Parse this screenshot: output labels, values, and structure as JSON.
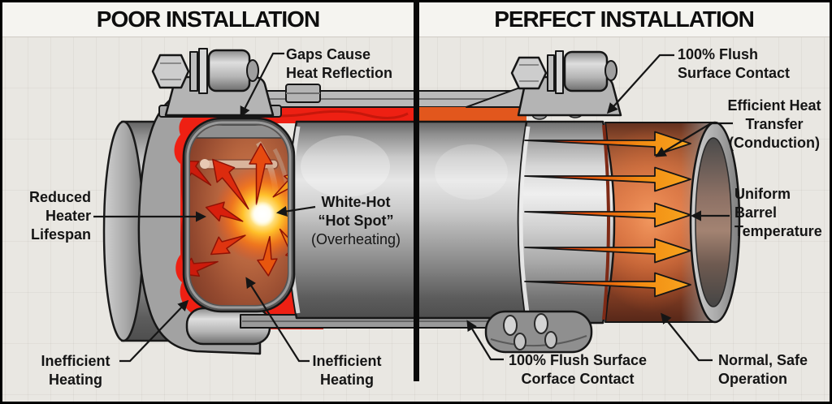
{
  "panels": {
    "left": {
      "title": "POOR INSTALLATION"
    },
    "right": {
      "title": "PERFECT INSTALLATION"
    }
  },
  "labels": {
    "gaps_cause": {
      "lines": [
        "Gaps Cause",
        "Heat Reflection"
      ]
    },
    "reduced_lifespan": {
      "lines": [
        "Reduced",
        "Heater",
        "Lifespan"
      ]
    },
    "white_hot": {
      "lines": [
        "White-Hot",
        "“Hot Spot”",
        "(Overheating)"
      ]
    },
    "inefficient_left": {
      "lines": [
        "Inefficient",
        "Heating"
      ]
    },
    "inefficient_right": {
      "lines": [
        "Inefficient",
        "Heating"
      ]
    },
    "flush_top": {
      "lines": [
        "100% Flush",
        "Surface Contact"
      ]
    },
    "efficient_transfer": {
      "lines": [
        "Efficient Heat",
        "Transfer",
        "(Conduction)"
      ]
    },
    "uniform_temp": {
      "lines": [
        "Uniform",
        "Barrel",
        "Temperature"
      ]
    },
    "flush_bottom": {
      "lines": [
        "100% Flush Surface",
        "Corface Contact"
      ]
    },
    "normal_safe": {
      "lines": [
        "Normal, Safe",
        "Operation"
      ]
    }
  },
  "colors": {
    "trapped_heat_red": "#ee2013",
    "contact_heat_orange": "#e2571d",
    "arrow_hot_tip": "#f7a51f",
    "hot_spot_core": "#ffffff",
    "steel_gray": "#b9b9b9",
    "divider_black": "#0a0a0a",
    "background": "#e9e7e2"
  }
}
